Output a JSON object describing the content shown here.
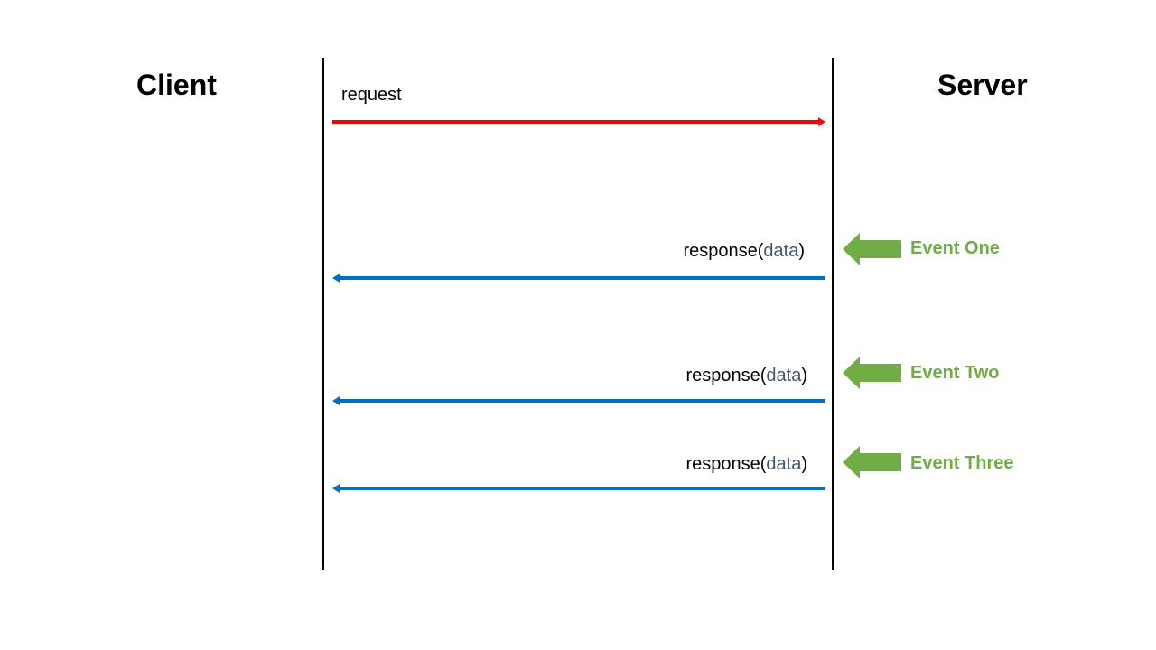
{
  "actors": {
    "client": "Client",
    "server": "Server"
  },
  "messages": {
    "request": {
      "label": "request",
      "color": "#ff0000"
    },
    "responses": [
      {
        "prefix": "response(",
        "content": "data",
        "suffix": ")"
      },
      {
        "prefix": "response(",
        "content": "data",
        "suffix": ")"
      },
      {
        "prefix": "response(",
        "content": "data",
        "suffix": ")"
      }
    ],
    "response_color": "#0070c0"
  },
  "events": [
    {
      "label": "Event One"
    },
    {
      "label": "Event Two"
    },
    {
      "label": "Event Three"
    }
  ],
  "colors": {
    "event": "#70ad47",
    "lifeline": "#000000",
    "param_text": "#44546a"
  }
}
